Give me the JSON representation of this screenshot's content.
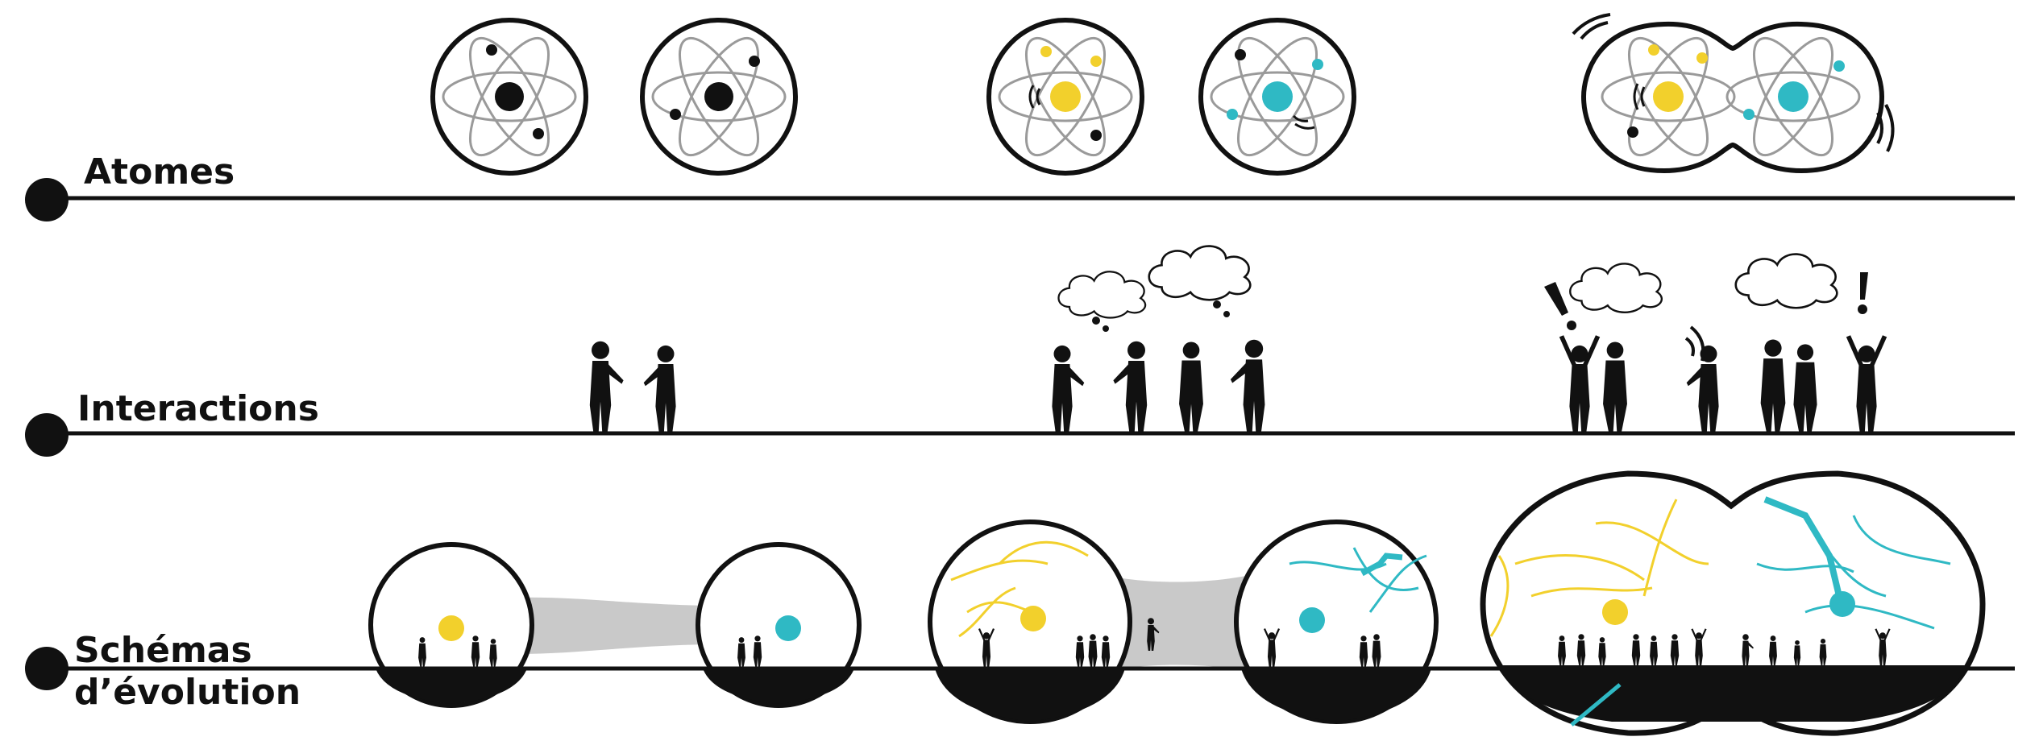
{
  "rows": [
    {
      "id": "atoms",
      "label": "Atomes"
    },
    {
      "id": "interactions",
      "label": "Interactions"
    },
    {
      "id": "schemas",
      "label_line1": "Schémas",
      "label_line2": "d’évolution"
    }
  ],
  "colors": {
    "yellow": "#f2d02c",
    "cyan": "#2fb9c4",
    "line": "#111111",
    "orbit": "#9a9a9a",
    "bridge": "#c9c9c9"
  },
  "icons": {
    "row_marker": "filled-circle-bullet",
    "atom": "atom-icon",
    "people": "person-silhouette-icon",
    "thought": "thought-bubble-icon",
    "exclamation": "exclamation-icon",
    "sound": "sound-waves-icon"
  }
}
